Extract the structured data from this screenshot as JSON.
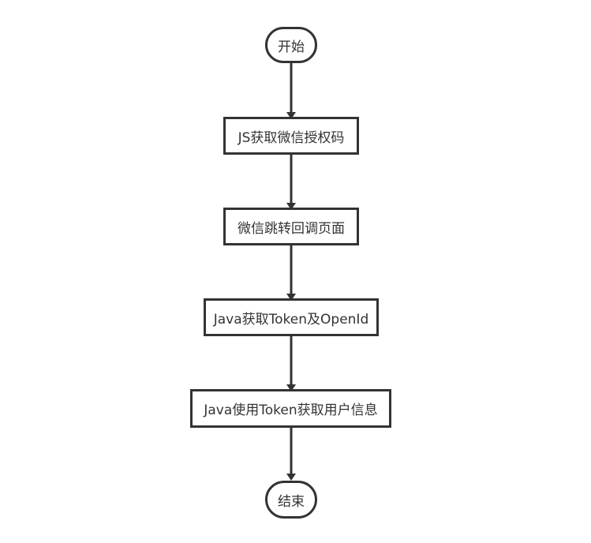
{
  "diagram": {
    "nodes": [
      {
        "id": "start",
        "label": "开始"
      },
      {
        "id": "step1",
        "label": "JS获取微信授权码"
      },
      {
        "id": "step2",
        "label": "微信跳转回调页面"
      },
      {
        "id": "step3",
        "label": "Java获取Token及OpenId"
      },
      {
        "id": "step4",
        "label": "Java使用Token获取用户信息"
      },
      {
        "id": "end",
        "label": "结束"
      }
    ],
    "edges": [
      {
        "from": "start",
        "to": "step1"
      },
      {
        "from": "step1",
        "to": "step2"
      },
      {
        "from": "step2",
        "to": "step3"
      },
      {
        "from": "step3",
        "to": "step4"
      },
      {
        "from": "step4",
        "to": "end"
      }
    ],
    "colors": {
      "stroke": "#333333",
      "text": "#333333",
      "background": "#ffffff"
    }
  }
}
